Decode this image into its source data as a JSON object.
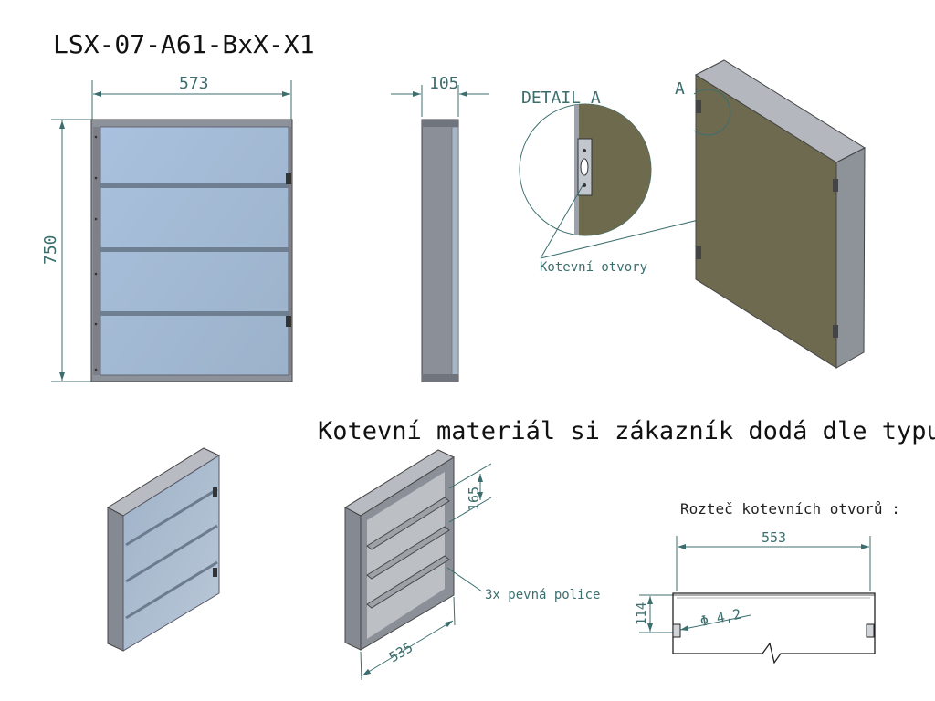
{
  "drawing": {
    "code": "LSX-07-A61-BxX-X1",
    "notice": "Kotevní materiál si zákazník dodá dle typu stěny."
  },
  "front_view": {
    "width_dim": "573",
    "height_dim": "750"
  },
  "side_view": {
    "depth_dim": "105"
  },
  "detail": {
    "title": "DETAIL A",
    "marker": "A",
    "callout": "Kotevní otvory"
  },
  "shelf_view": {
    "shelf_spacing": "165",
    "shelf_note": "3x pevná police",
    "inner_width": "535"
  },
  "hole_pitch": {
    "title": "Rozteč kotevních otvorů :",
    "pitch": "553",
    "height": "114",
    "diameter": "Φ 4,2"
  },
  "colors": {
    "dimension": "#3c6e6e",
    "glass": "#a6bcd6",
    "frame": "#8a8f98",
    "back_panel": "#6e6a50"
  }
}
